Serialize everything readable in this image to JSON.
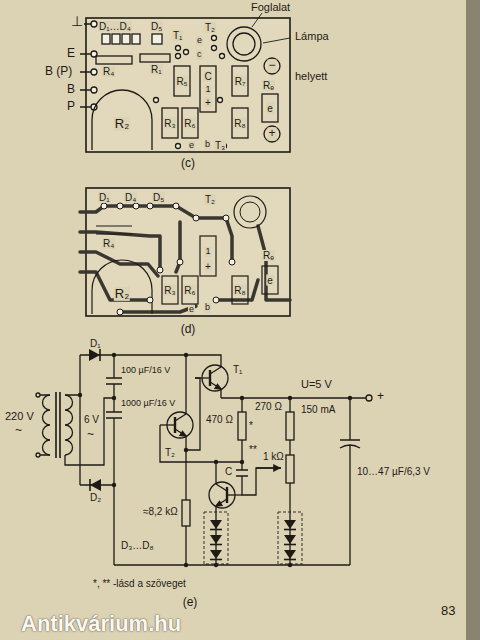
{
  "diagram": {
    "labels": [
      "⊥",
      "D₁…D₄",
      "D₅",
      "T₁",
      "T₂",
      "Foglalat",
      "Lámpa",
      "helyett",
      "−",
      "+",
      "E",
      "B (P)",
      "B",
      "P",
      "R₄",
      "R₁",
      "R₅",
      "C",
      "1",
      "+",
      "R₇",
      "Rₑ",
      "R₂",
      "R₃",
      "R₆",
      "R₈",
      "e",
      "T₃",
      "e",
      "c",
      "b",
      "e",
      "(c)",
      "D₁",
      "D₄",
      "D₅",
      "T₂",
      "R₄",
      "1",
      "+",
      "Rₑ",
      "R₂",
      "R₃",
      "R₆",
      "R₈",
      "e",
      "b",
      "e",
      "(d)",
      "220 V",
      "~",
      "6 V",
      "~",
      "D₁",
      "100 µF/16 V",
      "1000 µF/16 V",
      "D₂",
      "T₁",
      "T₂",
      "470 Ω",
      "*",
      "270 Ω",
      "1 kΩ",
      "≈8,2 kΩ",
      "**",
      "C",
      "D₃…D₈",
      "U=5 V",
      "150 mA",
      "+",
      "10…47 µF/6,3 V",
      "*, ** -lásd a szöveget",
      "(e)",
      "83",
      "Antikvárium.hu"
    ]
  }
}
